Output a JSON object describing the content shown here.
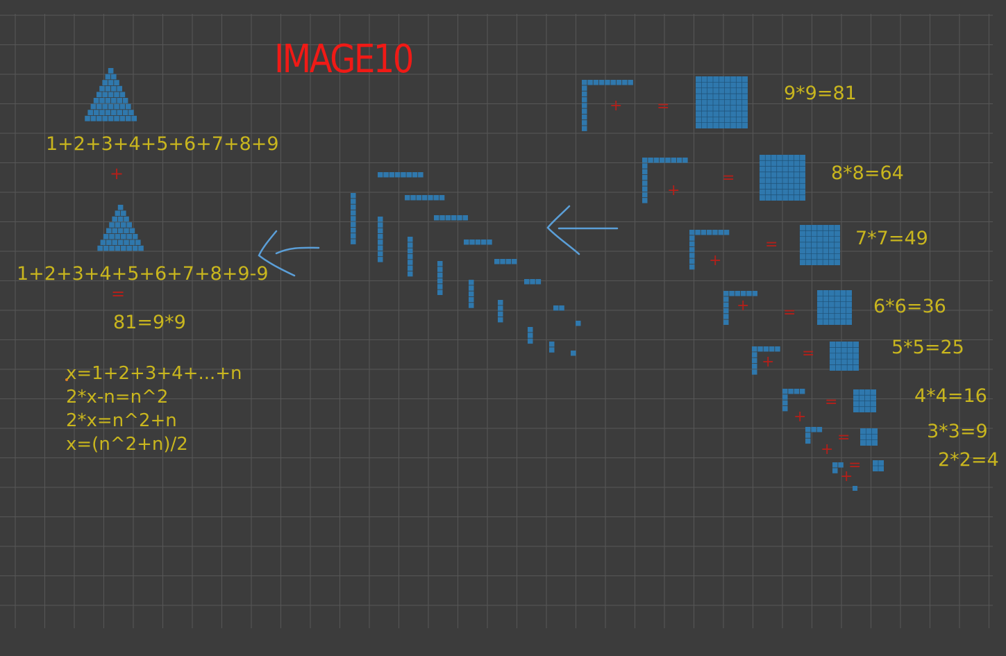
{
  "title": "IMAGE10",
  "left_panel": {
    "sum1": "1+2+3+4+5+6+7+8+9",
    "plus": "+",
    "sum2": "1+2+3+4+5+6+7+8+9-9",
    "equals": "=",
    "result": "81=9*9",
    "derivation": [
      "x=1+2+3+4+...+n",
      "2*x-n=n^2",
      "2*x=n^2+n",
      "x=(n^2+n)/2"
    ]
  },
  "squares": [
    {
      "n": 9,
      "label": "9*9=81"
    },
    {
      "n": 8,
      "label": "8*8=64"
    },
    {
      "n": 7,
      "label": "7*7=49"
    },
    {
      "n": 6,
      "label": "6*6=36"
    },
    {
      "n": 5,
      "label": "5*5=25"
    },
    {
      "n": 4,
      "label": "4*4=16"
    },
    {
      "n": 3,
      "label": "3*3=9"
    },
    {
      "n": 2,
      "label": "2*2=4"
    }
  ],
  "operators": {
    "plus": "+",
    "equals": "="
  },
  "colors": {
    "background": "#3c3c3c",
    "grid": "#575757",
    "block": "#2f78ad",
    "title": "#f01a16",
    "text": "#c9b61e",
    "operator": "#b3201a",
    "arrow": "#5b9fd8"
  }
}
